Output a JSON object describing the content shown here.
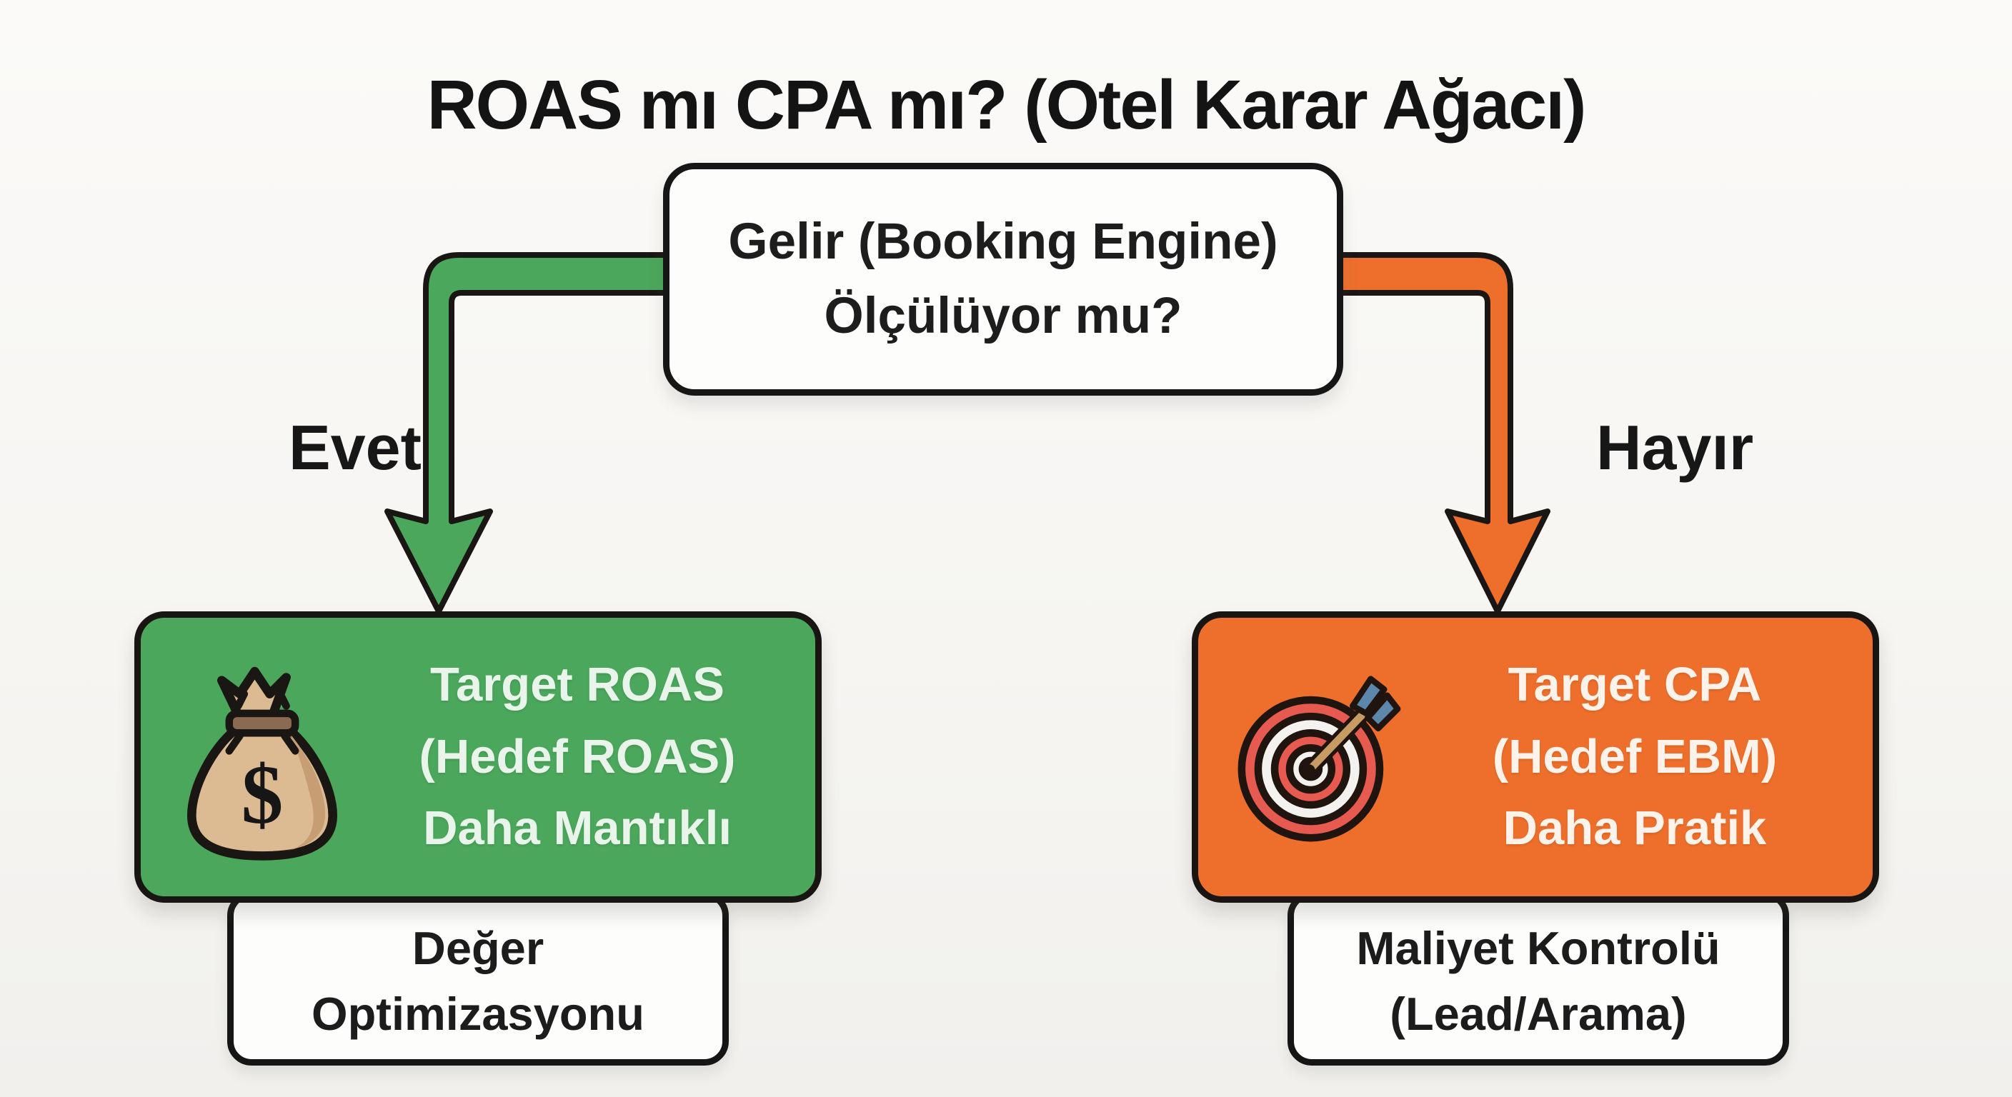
{
  "page": {
    "title": "ROAS mı CPA mı? (Otel Karar Ağacı)"
  },
  "decision_node": {
    "line1": "Gelir (Booking Engine)",
    "line2": "Ölçülüyor mu?"
  },
  "branches": {
    "yes": {
      "label": "Evet"
    },
    "no": {
      "label": "Hayır"
    }
  },
  "outcome_nodes": {
    "roas": {
      "icon": "money-bag",
      "icon_symbol": "$",
      "line1": "Target ROAS",
      "line2": "(Hedef ROAS)",
      "line3": "Daha Mantıklı",
      "note_line1": "Değer",
      "note_line2": "Optimizasyonu"
    },
    "cpa": {
      "icon": "target-dartboard",
      "line1": "Target CPA",
      "line2": "(Hedef EBM)",
      "line3": "Daha Pratik",
      "note_line1": "Maliyet Kontrolü",
      "note_line2": "(Lead/Arama)"
    }
  },
  "colors": {
    "page_background": "#f6f5f2",
    "box_background": "#fdfdfb",
    "outline_black": "#1a1613",
    "green": "#4ba75b",
    "orange": "#ee6f2b",
    "green_node_text": "#e9f5eb",
    "orange_node_text": "#fdf3ea",
    "dark_text": "#1d1d1d",
    "bag_tan": "#dcba92",
    "bag_shade": "#c79e74",
    "bag_band_brown": "#8a6a50",
    "target_red": "#e65a50",
    "target_white": "#f4f2ef",
    "dart_fletch_blue": "#5d86ab",
    "dart_shaft_tan": "#c69c63"
  }
}
